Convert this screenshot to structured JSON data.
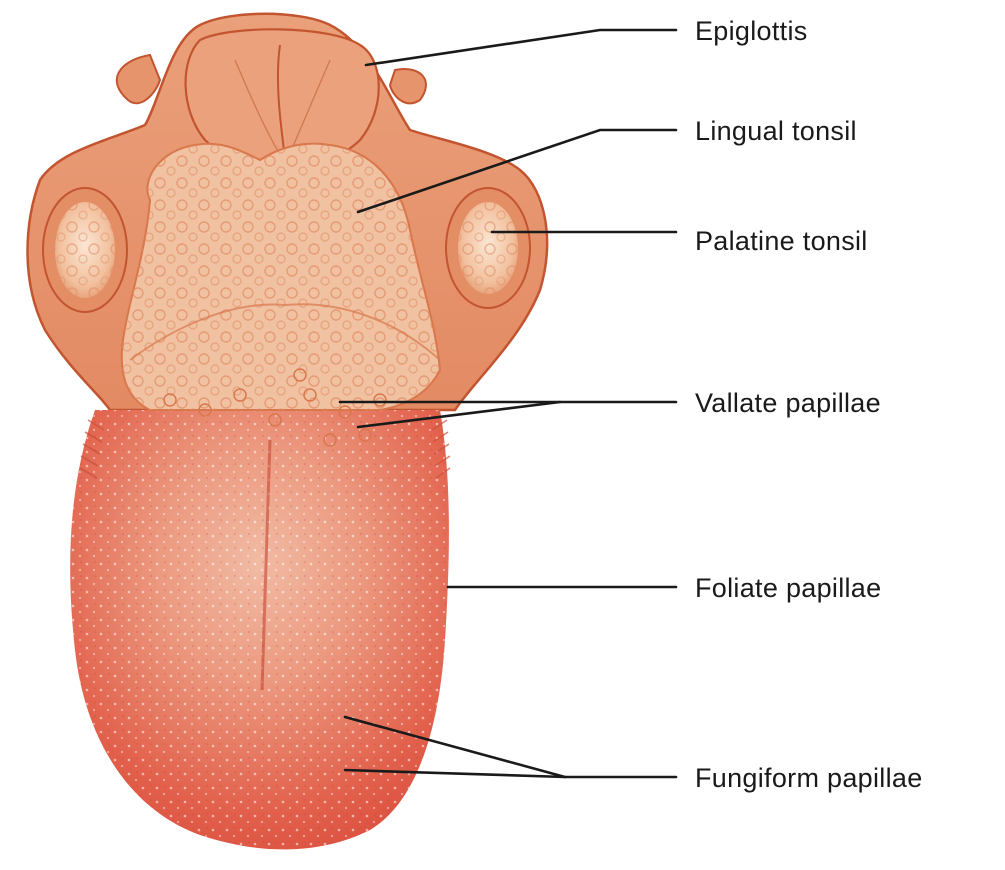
{
  "diagram": {
    "subject": "tongue-anatomy",
    "labels": {
      "epiglottis": "Epiglottis",
      "lingual_tonsil": "Lingual tonsil",
      "palatine_tonsil": "Palatine tonsil",
      "vallate_papillae": "Vallate papillae",
      "foliate_papillae": "Foliate papillae",
      "fungiform_papillae": "Fungiform papillae"
    },
    "colors": {
      "tongue_body": "#e2584a",
      "tongue_light": "#f3b79e",
      "tonsil_tissue": "#f4c6a6",
      "pharynx": "#e6936a",
      "pharynx_light": "#f1b58e",
      "outline": "#c2552f",
      "leader_line": "#1a1a1a"
    }
  }
}
